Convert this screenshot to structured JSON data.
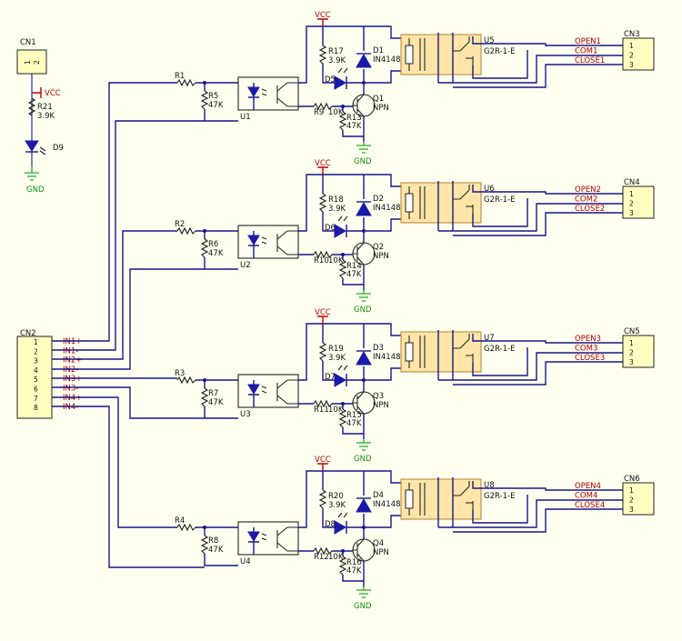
{
  "cn1": {
    "ref": "CN1",
    "pins": [
      "1",
      "2"
    ]
  },
  "power": {
    "vcc": "VCC",
    "gnd": "GND"
  },
  "r21": {
    "ref": "R21",
    "value": "3.9K"
  },
  "d9": {
    "ref": "D9"
  },
  "cn2": {
    "ref": "CN2",
    "pins": [
      "1",
      "2",
      "3",
      "4",
      "5",
      "6",
      "7",
      "8"
    ],
    "nets": [
      "IN1+",
      "IN1-",
      "IN2+",
      "IN2-",
      "IN3+",
      "IN3-",
      "IN4+",
      "IN4-"
    ]
  },
  "channels": [
    {
      "r_in": "R1",
      "r_pd": "R5",
      "r_pd_val": "47K",
      "opto": "U1",
      "r_base": "R9",
      "r_base_val": "10K",
      "r_be": "R13",
      "r_be_val": "47K",
      "q": "Q1",
      "q_type": "NPN",
      "r_led": "R17",
      "r_led_val": "3.9K",
      "led": "D5",
      "diode": "D1",
      "diode_val": "IN4148",
      "relay": "U5",
      "relay_val": "G2R-1-E",
      "cn": "CN3",
      "cn_pins": [
        "1",
        "2",
        "3"
      ],
      "nets": [
        "OPEN1",
        "COM1",
        "CLOSE1"
      ]
    },
    {
      "r_in": "R2",
      "r_pd": "R6",
      "r_pd_val": "47K",
      "opto": "U2",
      "r_base": "R10",
      "r_base_val": "10K",
      "r_be": "R14",
      "r_be_val": "47K",
      "q": "Q2",
      "q_type": "NPN",
      "r_led": "R18",
      "r_led_val": "3.9K",
      "led": "D6",
      "diode": "D2",
      "diode_val": "IN4148",
      "relay": "U6",
      "relay_val": "G2R-1-E",
      "cn": "CN4",
      "cn_pins": [
        "1",
        "2",
        "3"
      ],
      "nets": [
        "OPEN2",
        "COM2",
        "CLOSE2"
      ]
    },
    {
      "r_in": "R3",
      "r_pd": "R7",
      "r_pd_val": "47K",
      "opto": "U3",
      "r_base": "R11",
      "r_base_val": "10K",
      "r_be": "R15",
      "r_be_val": "47K",
      "q": "Q3",
      "q_type": "NPN",
      "r_led": "R19",
      "r_led_val": "3.9K",
      "led": "D7",
      "diode": "D3",
      "diode_val": "IN4148",
      "relay": "U7",
      "relay_val": "G2R-1-E",
      "cn": "CN5",
      "cn_pins": [
        "1",
        "2",
        "3"
      ],
      "nets": [
        "OPEN3",
        "COM3",
        "CLOSE3"
      ]
    },
    {
      "r_in": "R4",
      "r_pd": "R8",
      "r_pd_val": "47K",
      "opto": "U4",
      "r_base": "R12",
      "r_base_val": "10K",
      "r_be": "R16",
      "r_be_val": "47K",
      "q": "Q4",
      "q_type": "NPN",
      "r_led": "R20",
      "r_led_val": "3.9K",
      "led": "D8",
      "diode": "D4",
      "diode_val": "IN4148",
      "relay": "U8",
      "relay_val": "G2R-1-E",
      "cn": "CN6",
      "cn_pins": [
        "1",
        "2",
        "3"
      ],
      "nets": [
        "OPEN4",
        "COM4",
        "CLOSE4"
      ]
    }
  ],
  "colors": {
    "wire": "#17178a",
    "power": "#c00000",
    "ground": "#22aa22",
    "relay": "#ffe6a8",
    "connector": "#ffffc0",
    "background": "#fffff0"
  }
}
